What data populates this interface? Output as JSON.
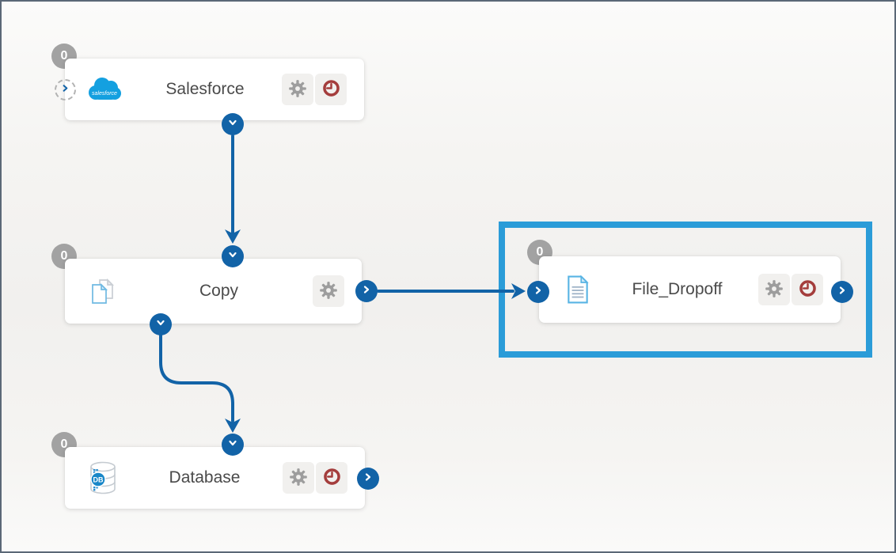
{
  "canvas": {
    "type": "pipeline-dataflow-canvas",
    "background_color": "#f3f2f0",
    "frame_border_color": "#5b6877"
  },
  "colors": {
    "accent_blue": "#1263a7",
    "selection_blue": "#2b9cd8",
    "badge_gray": "#a2a2a2",
    "gear_gray": "#9d9d9d",
    "clock_red": "#a43d3c",
    "title_gray": "#4a4a4a",
    "node_background": "#ffffff"
  },
  "nodes": [
    {
      "title": "Salesforce",
      "badge": "0",
      "icon": "salesforce-cloud-icon",
      "buttons": [
        "settings",
        "schedule"
      ],
      "selected": false
    },
    {
      "title": "Copy",
      "badge": "0",
      "icon": "copy-documents-icon",
      "buttons": [
        "settings"
      ],
      "selected": false
    },
    {
      "title": "File_Dropoff",
      "badge": "0",
      "icon": "file-document-icon",
      "buttons": [
        "settings",
        "schedule"
      ],
      "selected": true
    },
    {
      "title": "Database",
      "badge": "0",
      "icon": "database-icon",
      "buttons": [
        "settings",
        "schedule"
      ],
      "selected": false
    }
  ],
  "icon_text": {
    "salesforce_logo": "salesforce",
    "database_label": "DB"
  },
  "edges": [
    {
      "from": "Salesforce",
      "to": "Copy"
    },
    {
      "from": "Copy",
      "to": "File_Dropoff"
    },
    {
      "from": "Copy",
      "to": "Database"
    }
  ]
}
